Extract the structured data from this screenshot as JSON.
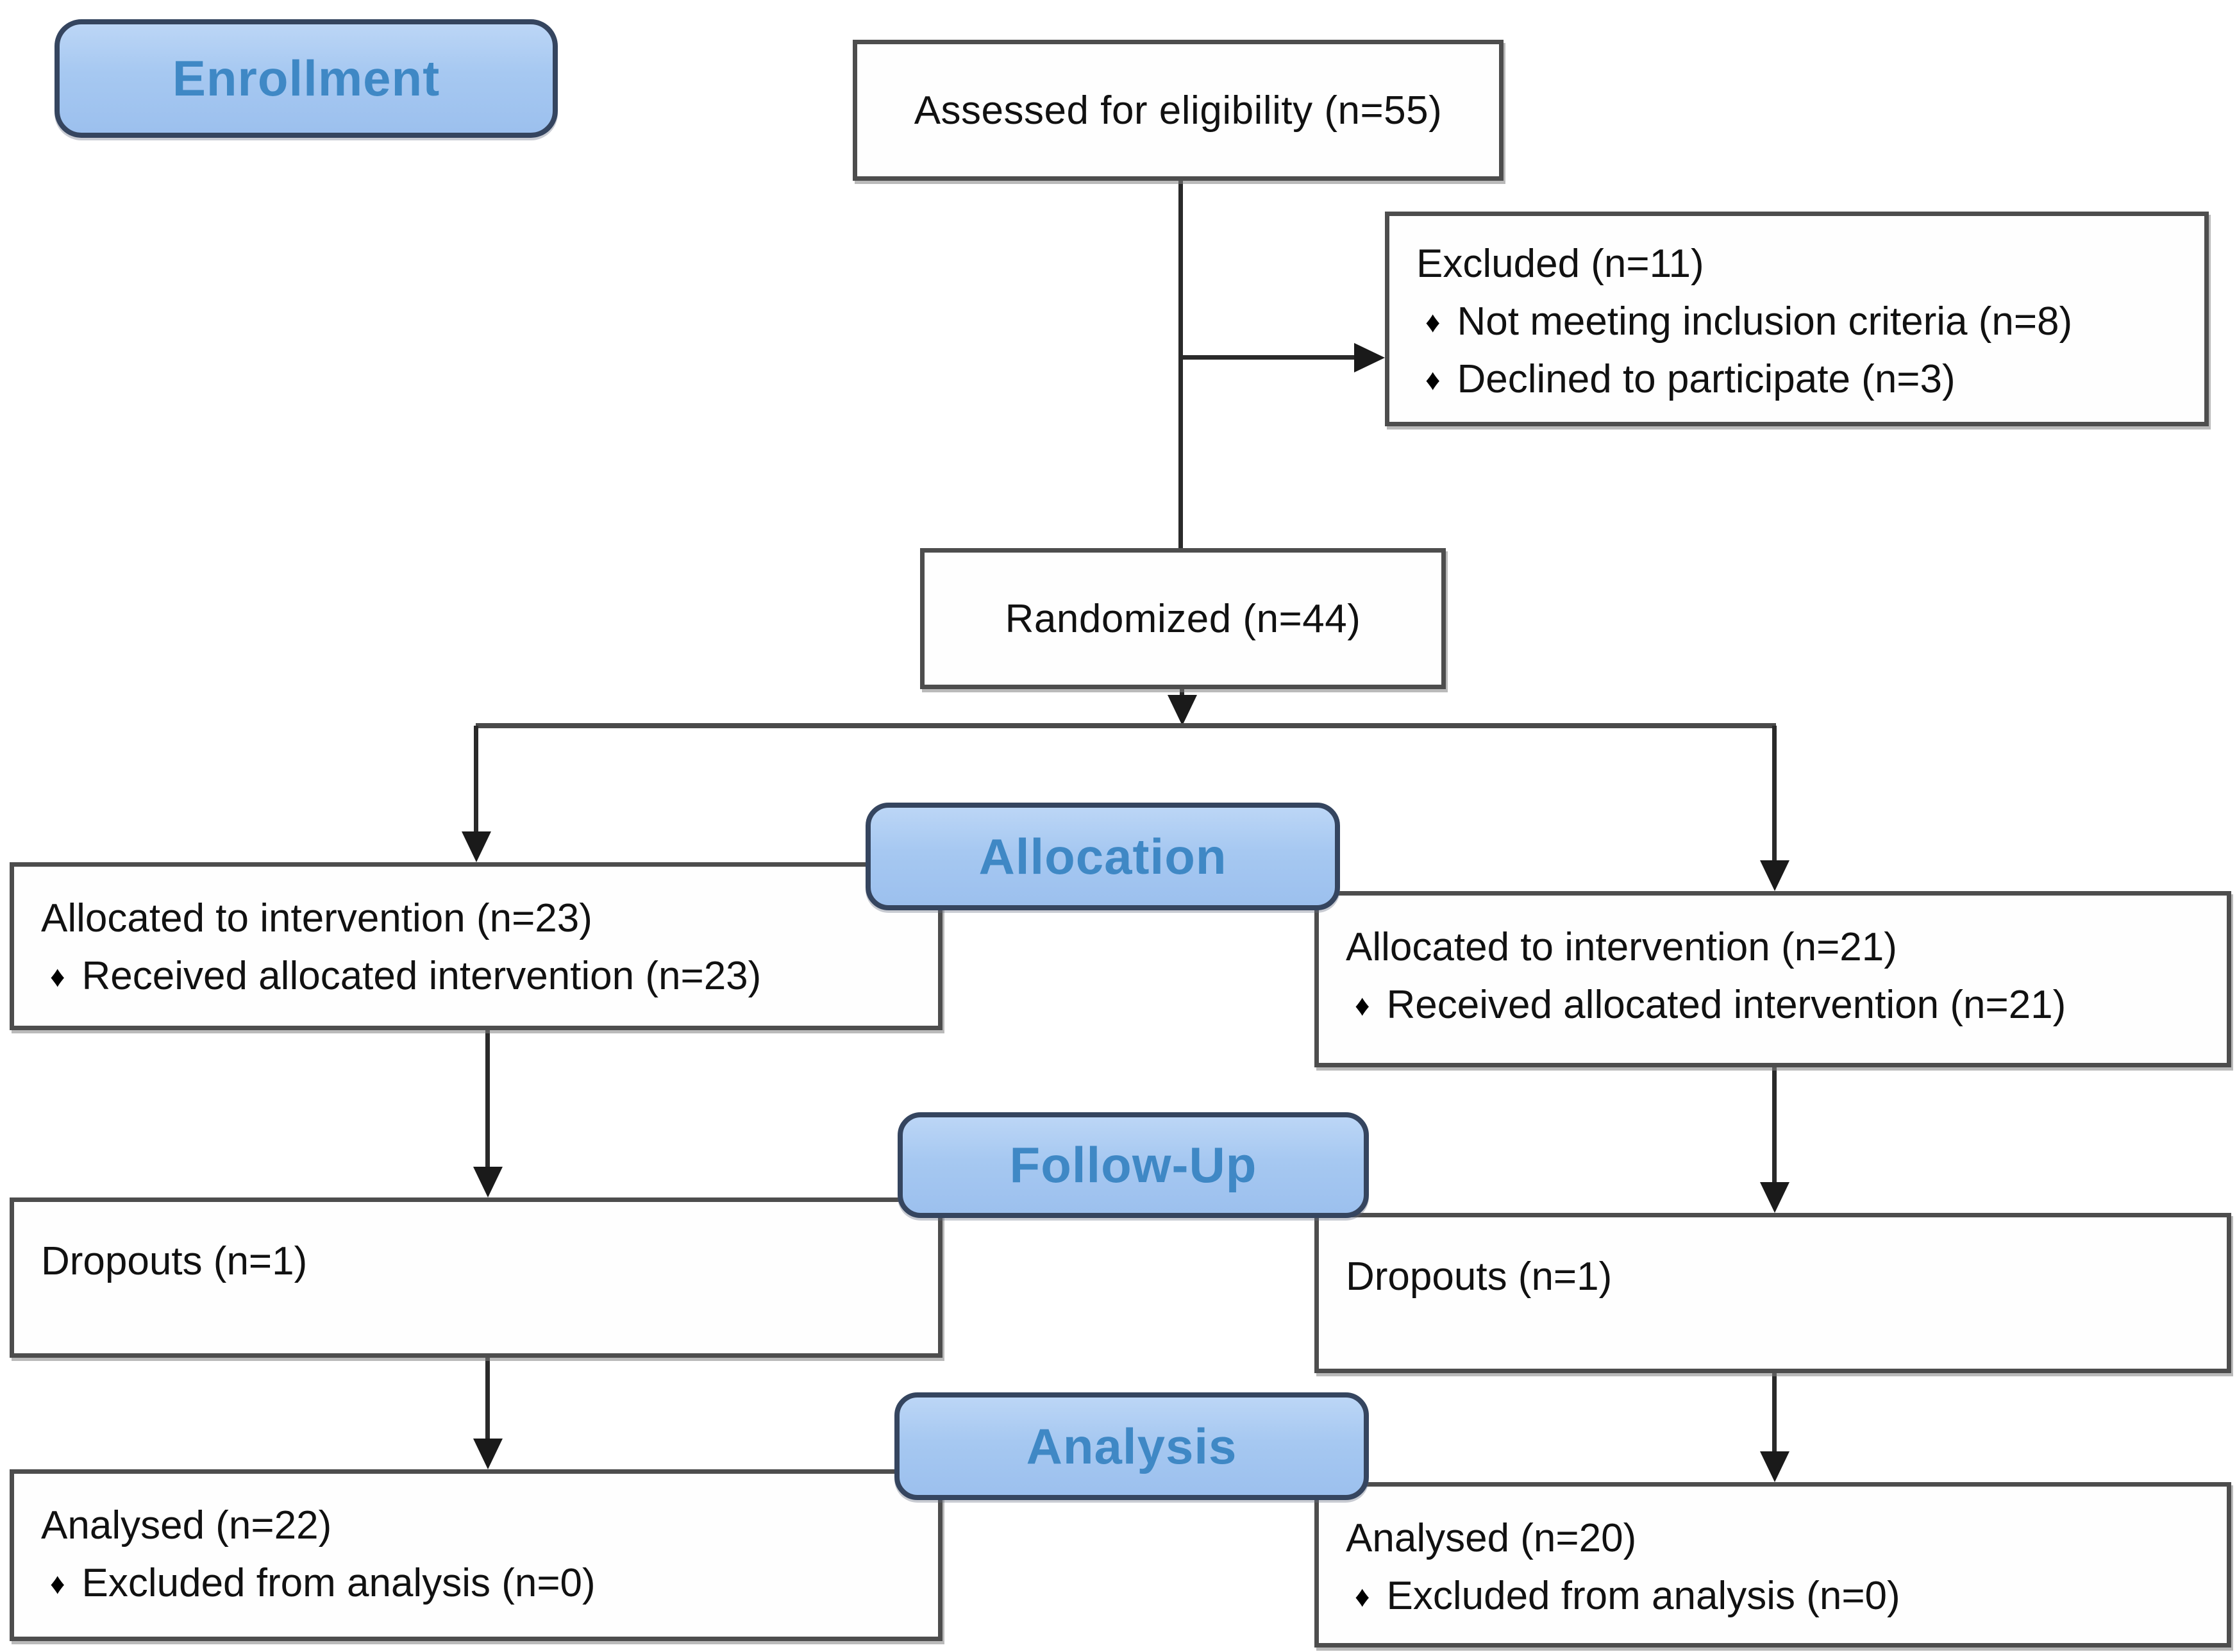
{
  "diagram": {
    "type": "consort-flow-diagram",
    "bullet_glyph": "♦",
    "stage_labels": {
      "enrollment": "Enrollment",
      "allocation": "Allocation",
      "followup": "Follow-Up",
      "analysis": "Analysis"
    },
    "nodes": {
      "assessed": {
        "text": "Assessed for eligibility (n=55)"
      },
      "excluded": {
        "title": "Excluded (n=11)",
        "bullets": [
          "Not meeting inclusion criteria (n=8)",
          "Declined to participate (n=3)"
        ]
      },
      "randomized": {
        "text": "Randomized (n=44)"
      },
      "alloc_left": {
        "title": "Allocated to intervention (n=23)",
        "bullets": [
          "Received allocated intervention (n=23)"
        ]
      },
      "alloc_right": {
        "title": "Allocated to intervention (n=21)",
        "bullets": [
          "Received allocated intervention (n=21)"
        ]
      },
      "dropouts_left": {
        "title": "Dropouts (n=1)"
      },
      "dropouts_right": {
        "title": "Dropouts (n=1)"
      },
      "analysed_left": {
        "title": "Analysed (n=22)",
        "bullets": [
          "Excluded from analysis (n=0)"
        ]
      },
      "analysed_right": {
        "title": "Analysed (n=20)",
        "bullets": [
          "Excluded from analysis (n=0)"
        ]
      }
    },
    "colors": {
      "stage_fill": "#a6c8f1",
      "stage_border": "#35455f",
      "stage_text": "#3f88c5",
      "box_border": "#4d4d4d",
      "connector": "#1a1a1a",
      "background": "#ffffff"
    }
  }
}
